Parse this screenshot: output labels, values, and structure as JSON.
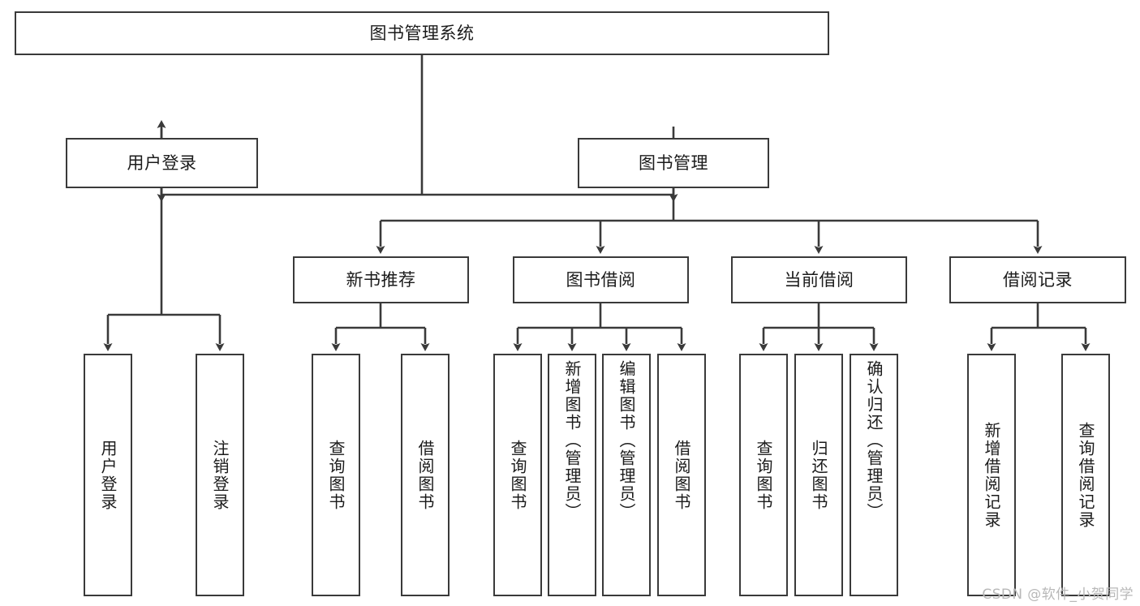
{
  "diagram": {
    "type": "tree-hierarchy-flowchart",
    "title": "图书管理系统",
    "root": {
      "id": "root",
      "label": "图书管理系统"
    },
    "level2": [
      {
        "id": "user-login",
        "label": "用户登录"
      },
      {
        "id": "book-management",
        "label": "图书管理"
      }
    ],
    "level3": [
      {
        "id": "new-book-recommend",
        "label": "新书推荐",
        "parent": "book-management"
      },
      {
        "id": "book-borrow",
        "label": "图书借阅",
        "parent": "book-management"
      },
      {
        "id": "current-borrow",
        "label": "当前借阅",
        "parent": "book-management"
      },
      {
        "id": "borrow-record",
        "label": "借阅记录",
        "parent": "book-management"
      }
    ],
    "leaves": [
      {
        "id": "leaf-user-login",
        "label": "用户登录",
        "parent": "user-login"
      },
      {
        "id": "leaf-logout-login",
        "label": "注销登录",
        "parent": "user-login"
      },
      {
        "id": "leaf-query-book-1",
        "label": "查询图书",
        "parent": "new-book-recommend"
      },
      {
        "id": "leaf-borrow-book-1",
        "label": "借阅图书",
        "parent": "new-book-recommend"
      },
      {
        "id": "leaf-query-book-2",
        "label": "查询图书",
        "parent": "book-borrow"
      },
      {
        "id": "leaf-add-book",
        "label": "新增图书（管理员）",
        "parent": "book-borrow"
      },
      {
        "id": "leaf-edit-book",
        "label": "编辑图书（管理员）",
        "parent": "book-borrow"
      },
      {
        "id": "leaf-borrow-book-2",
        "label": "借阅图书",
        "parent": "book-borrow"
      },
      {
        "id": "leaf-query-book-3",
        "label": "查询图书",
        "parent": "current-borrow"
      },
      {
        "id": "leaf-return-book",
        "label": "归还图书",
        "parent": "current-borrow"
      },
      {
        "id": "leaf-confirm-return",
        "label": "确认归还（管理员）",
        "parent": "current-borrow"
      },
      {
        "id": "leaf-add-record",
        "label": "新增借阅记录",
        "parent": "borrow-record"
      },
      {
        "id": "leaf-query-record",
        "label": "查询借阅记录",
        "parent": "borrow-record"
      }
    ],
    "watermark": "CSDN @软件_小贺同学",
    "colors": {
      "stroke": "#3a3a3a",
      "background": "#ffffff",
      "text": "#1b1b1b",
      "watermark": "#b8b8b8"
    }
  }
}
